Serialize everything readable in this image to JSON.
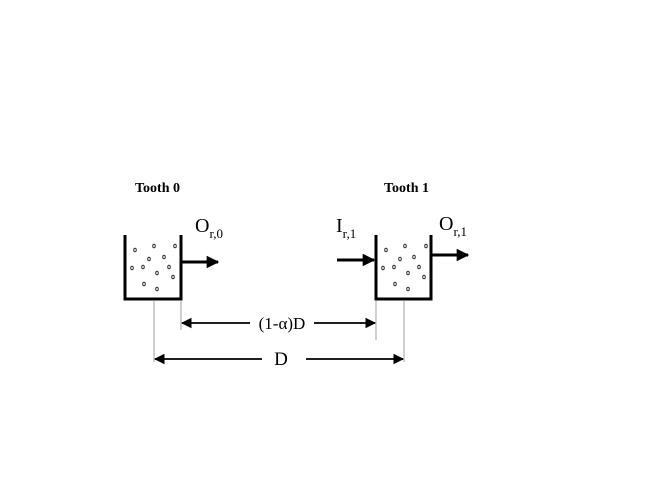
{
  "diagram": {
    "teeth": [
      {
        "label": "Tooth 0",
        "outflow": {
          "symbol": "O",
          "subscript": "r,0"
        }
      },
      {
        "label": "Tooth 1",
        "inflow": {
          "symbol": "I",
          "subscript": "r,1"
        },
        "outflow": {
          "symbol": "O",
          "subscript": "r,1"
        }
      }
    ],
    "dimensions": {
      "inner": {
        "prefix": "(1-",
        "symbol": "α",
        "suffix": ")D"
      },
      "outer": "D"
    },
    "colors": {
      "ink": "#000000",
      "guide": "#888888",
      "background": "#ffffff"
    }
  }
}
